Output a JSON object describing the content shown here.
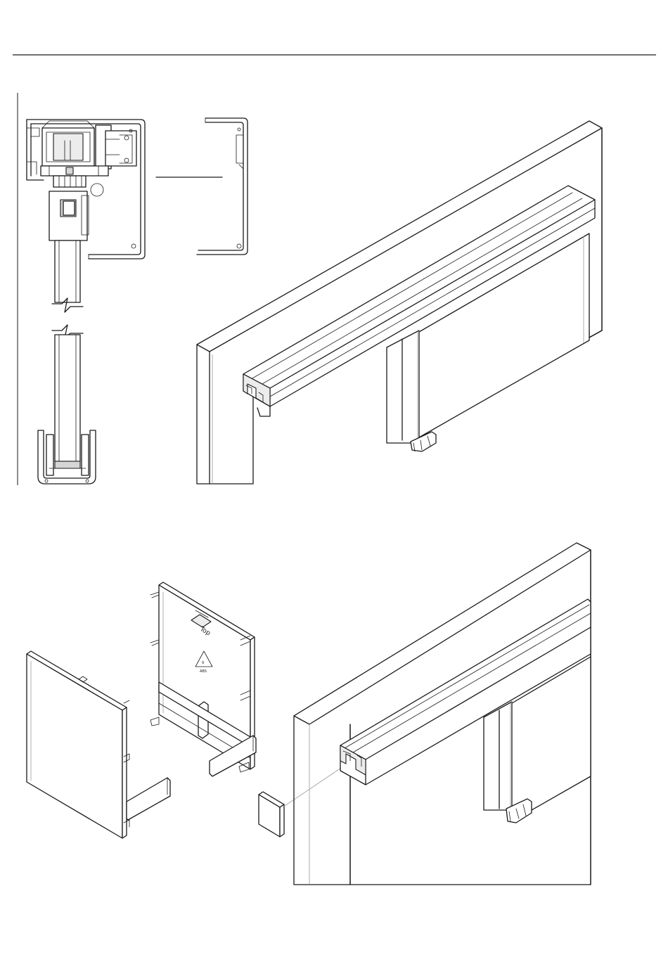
{
  "figure_top": {
    "name": "profile-section-and-isometric-view"
  },
  "figure_bottom": {
    "name": "end-cap-exploded-view",
    "end_cap_marking": "Top",
    "recycle_code": "ABS",
    "recycle_number": "9"
  },
  "colors": {
    "line": "#1a1a1a",
    "shade_light": "#ececec",
    "shade_dark": "#d6d6d6",
    "background": "#ffffff"
  }
}
